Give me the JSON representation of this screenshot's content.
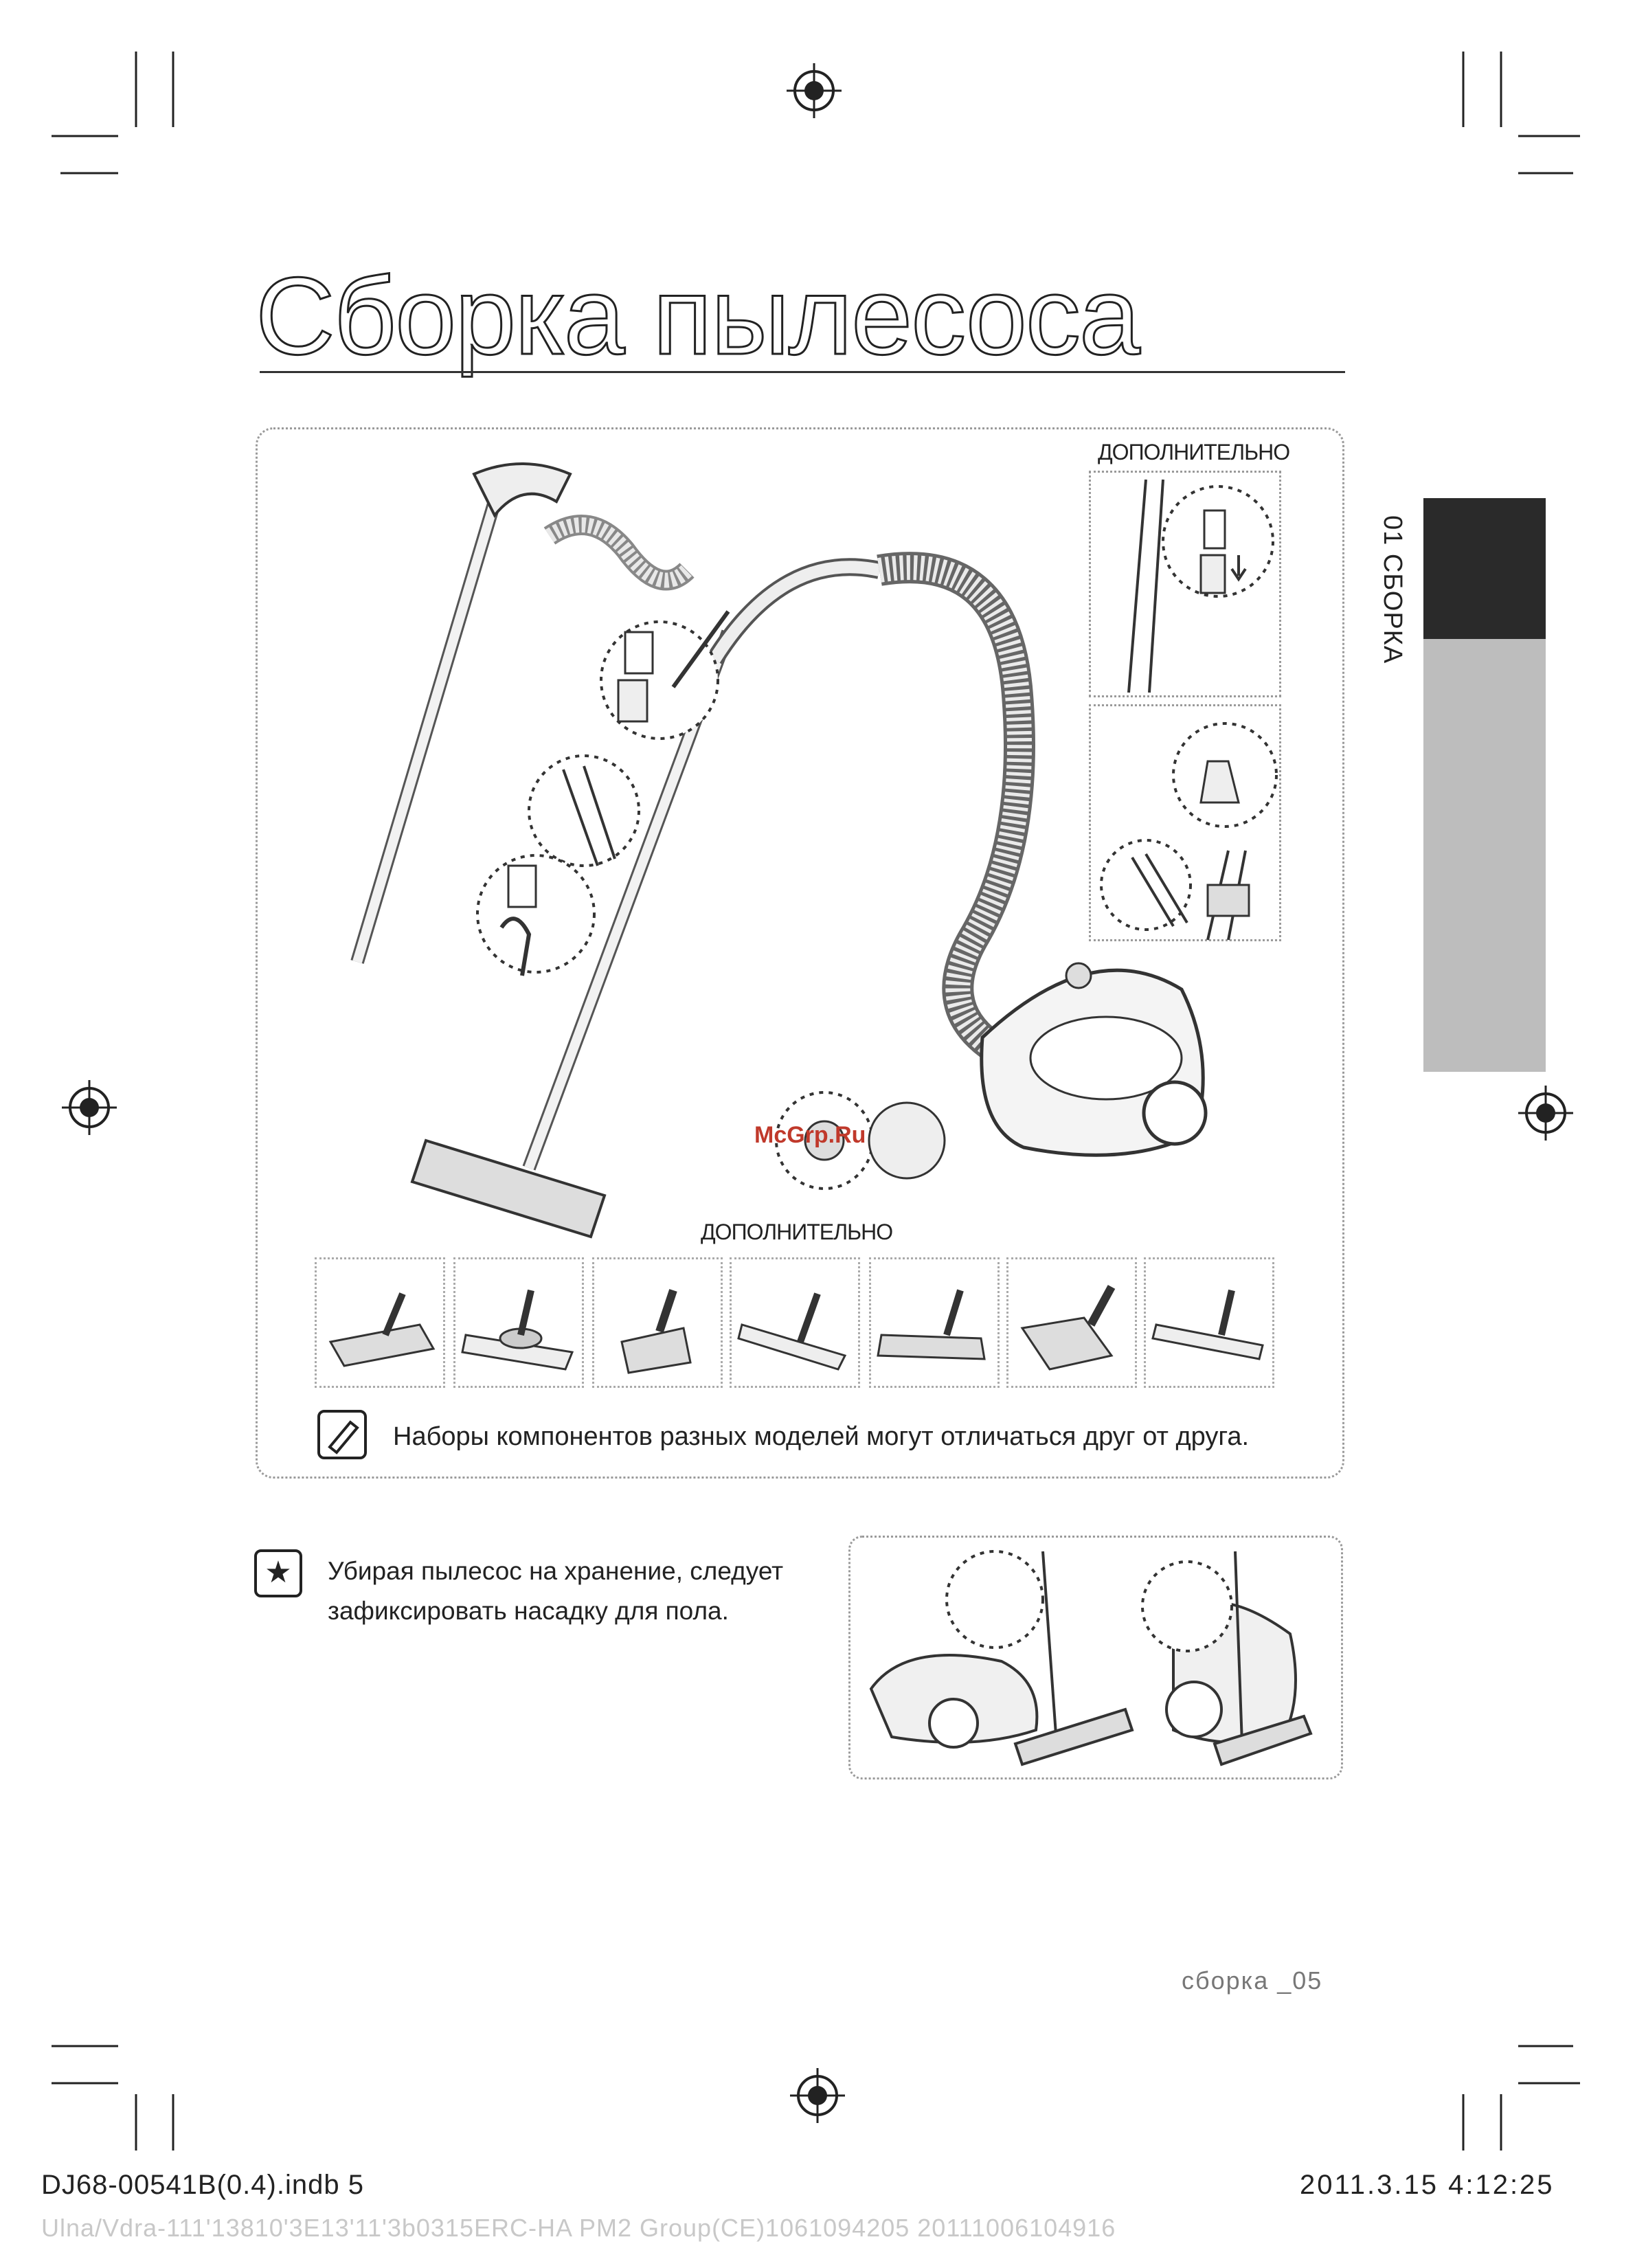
{
  "title": "Сборка пылесоса",
  "optional_label_top": "ДОПОЛНИТЕЛЬНО",
  "optional_label_bottom": "ДОПОЛНИТЕЛЬНО",
  "watermark": "McGrp.Ru",
  "note": "Наборы компонентов разных моделей могут отличаться друг от друга.",
  "tip": {
    "line1": "Убирая пылесос на хранение, следует",
    "line2": "зафиксировать насадку для пола."
  },
  "side_tab": "01 СБОРКА",
  "page_number": "сборка _05",
  "footer": {
    "file": "DJ68-00541B(0.4).indb   5",
    "date": "2011.3.15   4:12:25",
    "faint": "Ulna/Vdra-111'13810'3E13'11'3b0315ERC-HA PM2 Group(CE)1061094205  20111006104916"
  },
  "nozzle_count": 7
}
